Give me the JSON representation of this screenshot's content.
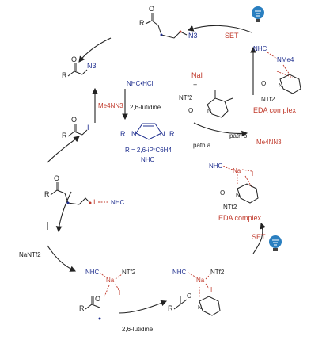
{
  "reagents": {
    "nhc_hcl": "NHC•HCl",
    "lutidine": "2,6-lutidine",
    "nhc_r_label": "R = 2,6-iPrC6H4",
    "nhc": "NHC",
    "nai": "NaI",
    "plus": "+",
    "me4nn3": "Me4NN3",
    "me4nn3_b": "Me4NN3",
    "nantf2": "NaNTf2",
    "lutidine_out": "2,6-lutidine"
  },
  "labels": {
    "set_top": "SET",
    "set_right": "SET",
    "path_a": "path a",
    "path_b": "path b",
    "eda_top": "EDA complex",
    "eda_mid": "EDA complex"
  },
  "atoms": {
    "r": "R",
    "o": "O",
    "n": "N",
    "n3": "N3",
    "i": "I",
    "na": "Na",
    "ntf2": "NTf2",
    "nme4": "NMe4",
    "nhc": "NHC",
    "plus": "+",
    "minus": "−",
    "radical": "•"
  },
  "colors": {
    "black": "#222222",
    "blue": "#1f2f8f",
    "red": "#c0392b",
    "lamp": "#2a7fc0"
  },
  "icons": [
    "light-bulb-icon",
    "light-bulb-icon"
  ]
}
